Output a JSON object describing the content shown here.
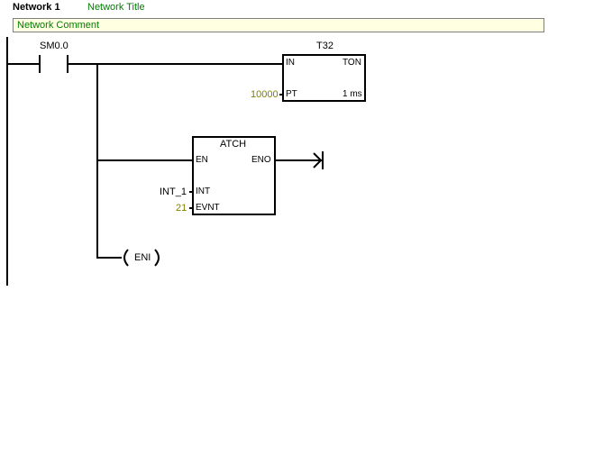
{
  "network": {
    "label": "Network 1",
    "title": "Network Title",
    "comment": "Network Comment"
  },
  "contact": {
    "address": "SM0.0"
  },
  "timer": {
    "name": "T32",
    "type": "TON",
    "in_label": "IN",
    "pt_label": "PT",
    "pt_value": "10000",
    "resolution": "1 ms"
  },
  "atch": {
    "name": "ATCH",
    "en_label": "EN",
    "eno_label": "ENO",
    "int_label": "INT",
    "int_value": "INT_1",
    "evnt_label": "EVNT",
    "evnt_value": "21"
  },
  "coil": {
    "label": "ENI"
  },
  "colors": {
    "comment_text": "#008000",
    "constant": "#808000",
    "comment_bg": "#ffffe1"
  }
}
